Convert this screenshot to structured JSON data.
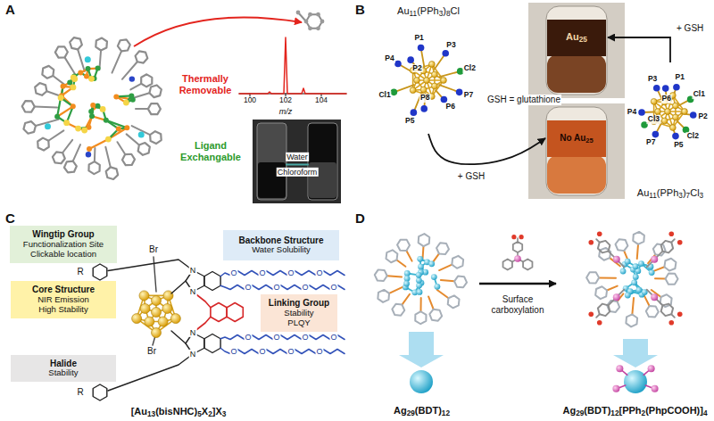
{
  "diagram": {
    "nodes": [
      {
        "text": [
          "Au11(PPh3)8Cl"
        ]
      },
      {
        "text": [
          "Au25"
        ]
      },
      {
        "text": [
          "No Au25"
        ]
      },
      {
        "text": [
          "Au11(PPh3)7Cl3"
        ]
      },
      {
        "text": [
          "Wingtip Group",
          "Functionalization Site Clickable location"
        ]
      },
      {
        "text": [
          "Backbone Structure",
          "Water Solubility"
        ]
      },
      {
        "text": [
          "Core Structure",
          "NIR Emission High Stability"
        ]
      },
      {
        "text": [
          "Linking Group",
          "Stability PLQY"
        ]
      },
      {
        "text": [
          "Halide",
          "Stability"
        ]
      },
      {
        "text": [
          "Ag29(BDT)12"
        ]
      },
      {
        "text": [
          "Ag29(BDT)12[PPh2(PhpCOOH)]4"
        ]
      }
    ],
    "edges": [
      {
        "from": 0,
        "to": 2,
        "arrow": "to",
        "label": "+ GSH"
      },
      {
        "from": 3,
        "to": 1,
        "arrow": "to",
        "label": "+ GSH"
      },
      {
        "from": 9,
        "to": 10,
        "arrow": "to",
        "label": "Surface carboxylation"
      }
    ],
    "labels": [
      "A",
      "Thermally Removable",
      "100",
      "102",
      "104",
      "m/z",
      "Ligand Exchangable",
      "Water",
      "Chloroform",
      "B",
      "P1",
      "P3",
      "P4",
      "Cl2",
      "P2",
      "P7",
      "P8",
      "P6",
      "Cl1",
      "P5",
      "GSH = glutathione",
      "P3",
      "P1",
      "Cl1",
      "P4",
      "P2",
      "Cl3",
      "P6",
      "Cl2",
      "P7",
      "P5",
      "C",
      "R",
      "Br",
      "N",
      "N",
      "N",
      "N",
      "Br",
      "R",
      "O",
      "O",
      "O",
      "O",
      "O",
      "O",
      "O",
      "O",
      "O",
      "O",
      "O",
      "O",
      "O",
      "O",
      "O",
      "O",
      "[Au13(bisNHC)5X2]X3",
      "D"
    ]
  }
}
